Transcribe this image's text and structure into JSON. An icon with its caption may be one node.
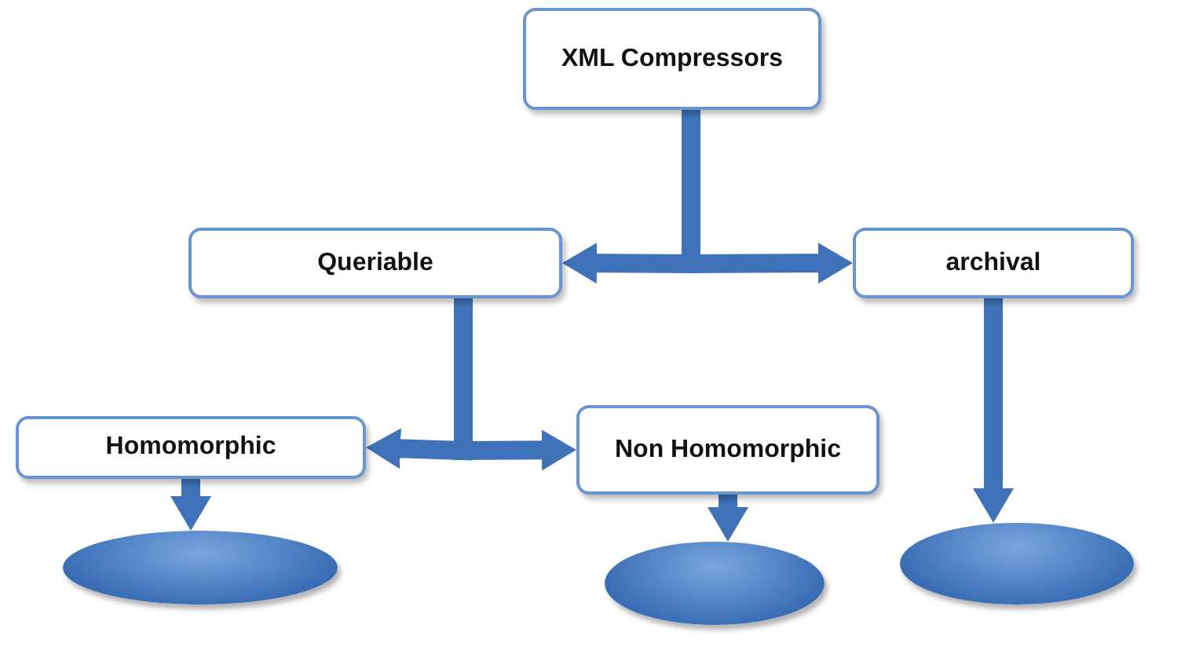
{
  "diagram": {
    "nodes": [
      {
        "text": [
          "XML Compressors"
        ]
      },
      {
        "text": [
          "Queriable"
        ]
      },
      {
        "text": [
          "archival"
        ]
      },
      {
        "text": [
          "Homomorphic"
        ]
      },
      {
        "text": [
          "Non Homomorphic"
        ]
      },
      {
        "text": [],
        "shape": "ellipse"
      },
      {
        "text": [],
        "shape": "ellipse"
      },
      {
        "text": [],
        "shape": "ellipse"
      }
    ],
    "edges": [
      {
        "from": 0,
        "to": 1,
        "arrow": "to"
      },
      {
        "from": 0,
        "to": 2,
        "arrow": "to"
      },
      {
        "from": 1,
        "to": 3,
        "arrow": "to"
      },
      {
        "from": 1,
        "to": 4,
        "arrow": "to"
      },
      {
        "from": 3,
        "to": 5,
        "arrow": "to"
      },
      {
        "from": 4,
        "to": 6,
        "arrow": "to"
      },
      {
        "from": 2,
        "to": 7,
        "arrow": "to"
      }
    ]
  }
}
